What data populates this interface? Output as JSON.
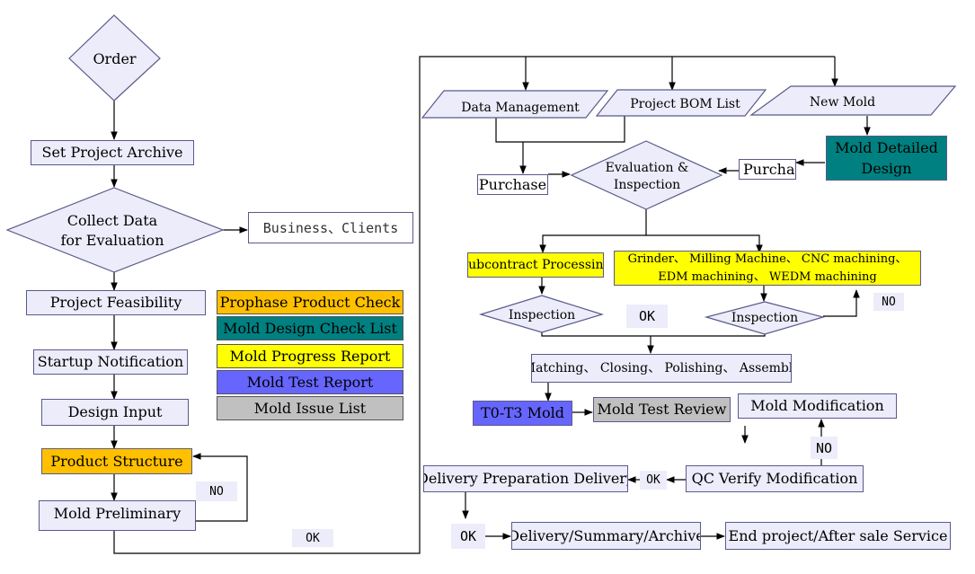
{
  "colors": {
    "node_fill": "#ececfa",
    "node_border": "#5a5a8a",
    "prophase": "#ffc000",
    "design_check": "#008080",
    "progress": "#ffff00",
    "test_report": "#6666ff",
    "issue_list": "#c0c0c0"
  },
  "nodes": {
    "order": "Order",
    "set_archive": "Set Project Archive",
    "collect_line1": "Collect Data",
    "collect_line2": "for Evaluation",
    "business_clients": "Business、Clients",
    "feasibility": "Project Feasibility",
    "startup": "Startup Notification",
    "design_input": "Design Input",
    "product_structure": "Product Structure",
    "mold_preliminary": "Mold Preliminary",
    "data_management": "Data Management",
    "bom_list": "Project BOM List",
    "new_mold": "New Mold",
    "mold_detailed_design": "Mold Detailed Design",
    "purchase_left": "Purchase",
    "purchase_right": "Purcha",
    "evaluation_line1": "Evaluation &",
    "evaluation_line2": "Inspection",
    "subcontract": "Subcontract Processing",
    "machining": "Grinder、 Milling Machine、 CNC machining、 EDM machining、 WEDM machining",
    "inspection_left": "Inspection",
    "inspection_right": "Inspection",
    "matching": "Matching、 Closing、 Polishing、 Assembly",
    "t0t3": "T0-T3 Mold",
    "mold_test_review": "Mold Test Review",
    "mold_modification": "Mold Modification",
    "qc_verify": "QC Verify Modification",
    "delivery_prep": "Delivery Preparation Delivery",
    "delivery_summary": "Delivery/Summary/Archive",
    "end_project": "End project/After sale Service"
  },
  "tags": {
    "no_left": "NO",
    "ok_bottom": "OK",
    "ok_mid": "OK",
    "no_right": "NO",
    "no_mod": "NO",
    "ok_qc": "OK",
    "ok_delivery": "OK"
  },
  "legend": {
    "prophase": "Prophase Product Check",
    "design_check": "Mold Design Check List",
    "progress": "Mold Progress Report",
    "test_report": "Mold Test Report",
    "issue_list": "Mold Issue List"
  }
}
